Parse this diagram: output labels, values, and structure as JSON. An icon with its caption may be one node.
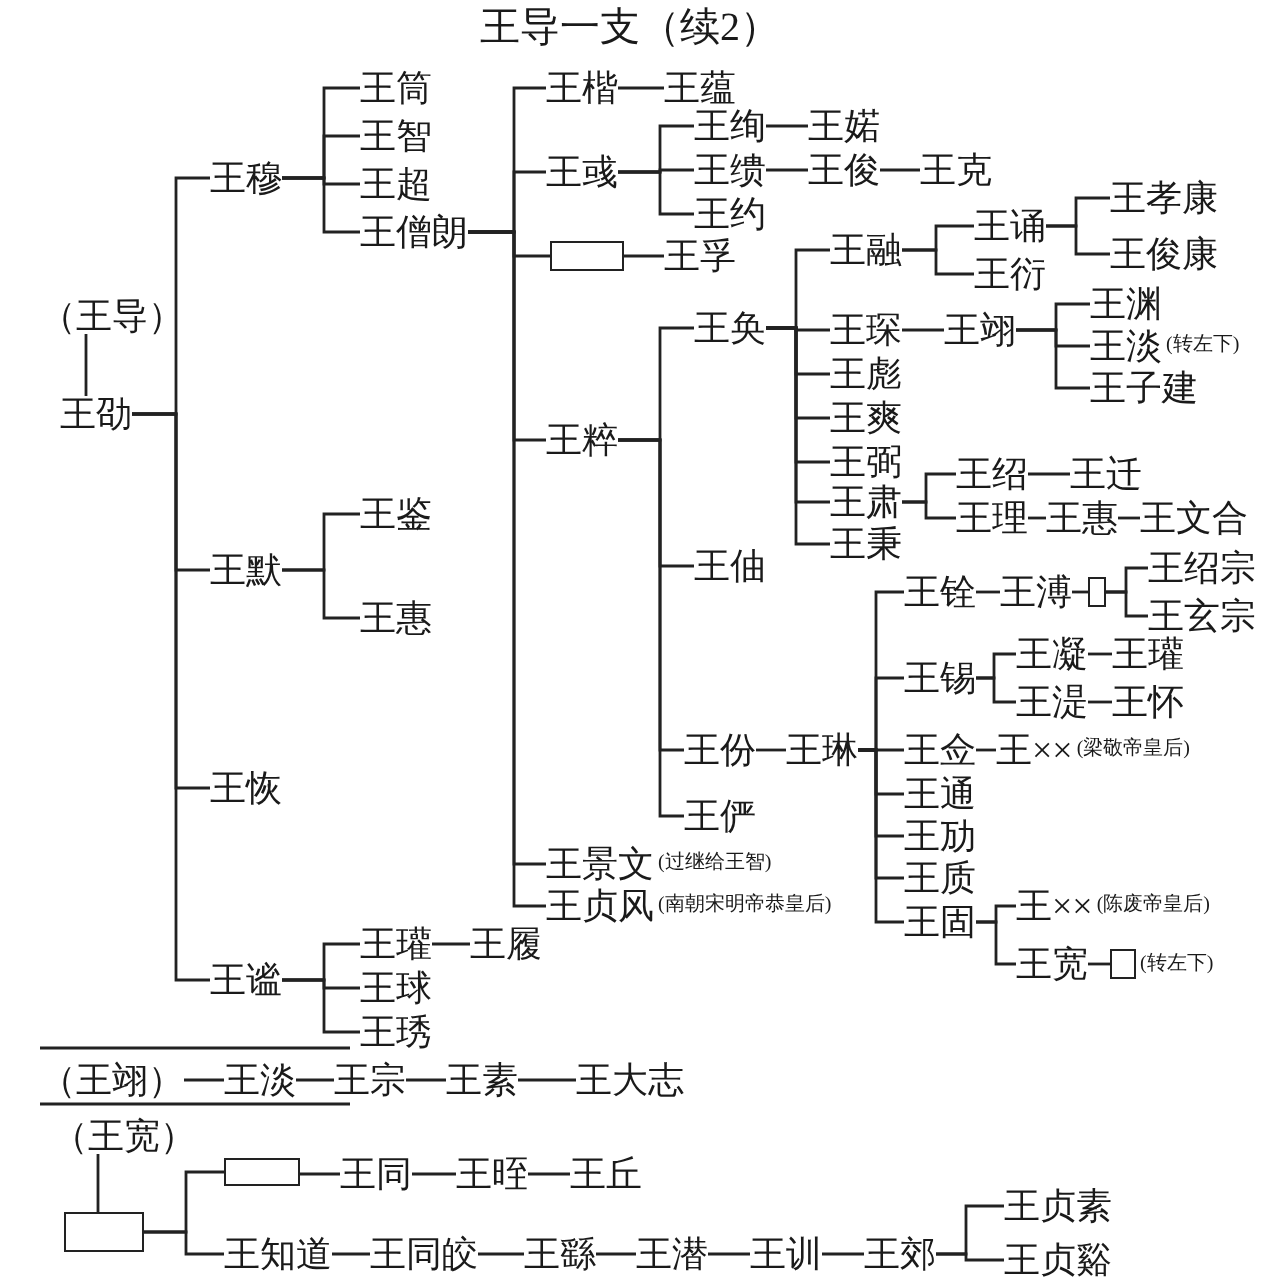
{
  "diagram": {
    "title": "王导一支（续2）",
    "nodes": [
      {
        "text": [
          "（王导）"
        ]
      },
      {
        "text": [
          "王劭"
        ]
      },
      {
        "text": [
          "王穆"
        ]
      },
      {
        "text": [
          "王筒"
        ]
      },
      {
        "text": [
          "王智"
        ]
      },
      {
        "text": [
          "王超"
        ]
      },
      {
        "text": [
          "王僧朗"
        ]
      },
      {
        "text": [
          "王楷"
        ]
      },
      {
        "text": [
          "王蕴"
        ]
      },
      {
        "text": [
          "王彧"
        ]
      },
      {
        "text": [
          "王绚"
        ]
      },
      {
        "text": [
          "王婼"
        ]
      },
      {
        "text": [
          "王缋"
        ]
      },
      {
        "text": [
          "王俊"
        ]
      },
      {
        "text": [
          "王克"
        ]
      },
      {
        "text": [
          "王约"
        ]
      },
      {
        "text": [],
        "shape": "box"
      },
      {
        "text": [
          "王孚"
        ]
      },
      {
        "text": [
          "王粹"
        ]
      },
      {
        "text": [
          "王奂"
        ]
      },
      {
        "text": [
          "王融"
        ]
      },
      {
        "text": [
          "王诵"
        ]
      },
      {
        "text": [
          "王衍"
        ]
      },
      {
        "text": [
          "王孝康"
        ]
      },
      {
        "text": [
          "王俊康"
        ]
      },
      {
        "text": [
          "王琛"
        ]
      },
      {
        "text": [
          "王翊"
        ]
      },
      {
        "text": [
          "王渊"
        ]
      },
      {
        "text": [
          "王淡"
        ],
        "beside": [
          "(转左下)"
        ]
      },
      {
        "text": [
          "王子建"
        ]
      },
      {
        "text": [
          "王彪"
        ]
      },
      {
        "text": [
          "王爽"
        ]
      },
      {
        "text": [
          "王弼"
        ]
      },
      {
        "text": [
          "王肃"
        ]
      },
      {
        "text": [
          "王绍"
        ]
      },
      {
        "text": [
          "王迁"
        ]
      },
      {
        "text": [
          "王理"
        ]
      },
      {
        "text": [
          "王惠"
        ]
      },
      {
        "text": [
          "王文合"
        ]
      },
      {
        "text": [
          "王秉"
        ]
      },
      {
        "text": [
          "王伷"
        ]
      },
      {
        "text": [
          "王份"
        ]
      },
      {
        "text": [
          "王琳"
        ]
      },
      {
        "text": [
          "王俨"
        ]
      },
      {
        "text": [
          "王铨"
        ]
      },
      {
        "text": [
          "王溥"
        ]
      },
      {
        "text": [],
        "shape": "box"
      },
      {
        "text": [
          "王绍宗"
        ]
      },
      {
        "text": [
          "王玄宗"
        ]
      },
      {
        "text": [
          "王锡"
        ]
      },
      {
        "text": [
          "王凝"
        ]
      },
      {
        "text": [
          "王瓘"
        ]
      },
      {
        "text": [
          "王湜"
        ]
      },
      {
        "text": [
          "王怀"
        ]
      },
      {
        "text": [
          "王佥"
        ]
      },
      {
        "text": [
          "王××"
        ],
        "beside": [
          "(梁敬帝皇后)"
        ]
      },
      {
        "text": [
          "王通"
        ]
      },
      {
        "text": [
          "王劢"
        ]
      },
      {
        "text": [
          "王质"
        ]
      },
      {
        "text": [
          "王固"
        ]
      },
      {
        "text": [
          "王××"
        ],
        "beside": [
          "(陈废帝皇后)"
        ]
      },
      {
        "text": [
          "王宽"
        ]
      },
      {
        "text": [],
        "shape": "box",
        "beside": [
          "(转左下)"
        ]
      },
      {
        "text": [
          "王景文"
        ],
        "beside": [
          "(过继给王智)"
        ]
      },
      {
        "text": [
          "王贞风"
        ],
        "beside": [
          "(南朝宋明帝恭皇后)"
        ]
      },
      {
        "text": [
          "王默"
        ]
      },
      {
        "text": [
          "王鉴"
        ]
      },
      {
        "text": [
          "王惠"
        ]
      },
      {
        "text": [
          "王恢"
        ]
      },
      {
        "text": [
          "王谧"
        ]
      },
      {
        "text": [
          "王瓘"
        ]
      },
      {
        "text": [
          "王履"
        ]
      },
      {
        "text": [
          "王球"
        ]
      },
      {
        "text": [
          "王琇"
        ]
      },
      {
        "text": [
          "（王翊）"
        ]
      },
      {
        "text": [
          "王淡"
        ]
      },
      {
        "text": [
          "王宗"
        ]
      },
      {
        "text": [
          "王素"
        ]
      },
      {
        "text": [
          "王大志"
        ]
      },
      {
        "text": [
          "（王宽）"
        ]
      },
      {
        "text": [],
        "shape": "box"
      },
      {
        "text": [],
        "shape": "box"
      },
      {
        "text": [
          "王同"
        ]
      },
      {
        "text": [
          "王晊"
        ]
      },
      {
        "text": [
          "王丘"
        ]
      },
      {
        "text": [
          "王知道"
        ]
      },
      {
        "text": [
          "王同皎"
        ]
      },
      {
        "text": [
          "王繇"
        ]
      },
      {
        "text": [
          "王潜"
        ]
      },
      {
        "text": [
          "王训"
        ]
      },
      {
        "text": [
          "王郊"
        ]
      },
      {
        "text": [
          "王贞素"
        ]
      },
      {
        "text": [
          "王贞谿"
        ]
      }
    ],
    "edges": [
      {
        "from": 0,
        "to": 1,
        "arrow": "none"
      },
      {
        "from": 1,
        "to": 2,
        "arrow": "none"
      },
      {
        "from": 1,
        "to": 65,
        "arrow": "none"
      },
      {
        "from": 1,
        "to": 68,
        "arrow": "none"
      },
      {
        "from": 1,
        "to": 69,
        "arrow": "none"
      },
      {
        "from": 2,
        "to": 3,
        "arrow": "none"
      },
      {
        "from": 2,
        "to": 4,
        "arrow": "none"
      },
      {
        "from": 2,
        "to": 5,
        "arrow": "none"
      },
      {
        "from": 2,
        "to": 6,
        "arrow": "none"
      },
      {
        "from": 6,
        "to": 7,
        "arrow": "none"
      },
      {
        "from": 6,
        "to": 9,
        "arrow": "none"
      },
      {
        "from": 6,
        "to": 16,
        "arrow": "none"
      },
      {
        "from": 6,
        "to": 18,
        "arrow": "none"
      },
      {
        "from": 6,
        "to": 63,
        "arrow": "none"
      },
      {
        "from": 6,
        "to": 64,
        "arrow": "none"
      },
      {
        "from": 7,
        "to": 8,
        "arrow": "none"
      },
      {
        "from": 9,
        "to": 10,
        "arrow": "none"
      },
      {
        "from": 9,
        "to": 12,
        "arrow": "none"
      },
      {
        "from": 9,
        "to": 15,
        "arrow": "none"
      },
      {
        "from": 10,
        "to": 11,
        "arrow": "none"
      },
      {
        "from": 12,
        "to": 13,
        "arrow": "none"
      },
      {
        "from": 13,
        "to": 14,
        "arrow": "none"
      },
      {
        "from": 16,
        "to": 17,
        "arrow": "none"
      },
      {
        "from": 18,
        "to": 19,
        "arrow": "none"
      },
      {
        "from": 18,
        "to": 40,
        "arrow": "none"
      },
      {
        "from": 18,
        "to": 41,
        "arrow": "none"
      },
      {
        "from": 18,
        "to": 43,
        "arrow": "none"
      },
      {
        "from": 19,
        "to": 20,
        "arrow": "none"
      },
      {
        "from": 19,
        "to": 25,
        "arrow": "none"
      },
      {
        "from": 19,
        "to": 30,
        "arrow": "none"
      },
      {
        "from": 19,
        "to": 31,
        "arrow": "none"
      },
      {
        "from": 19,
        "to": 32,
        "arrow": "none"
      },
      {
        "from": 19,
        "to": 33,
        "arrow": "none"
      },
      {
        "from": 19,
        "to": 39,
        "arrow": "none"
      },
      {
        "from": 20,
        "to": 21,
        "arrow": "none"
      },
      {
        "from": 20,
        "to": 22,
        "arrow": "none"
      },
      {
        "from": 21,
        "to": 23,
        "arrow": "none"
      },
      {
        "from": 21,
        "to": 24,
        "arrow": "none"
      },
      {
        "from": 25,
        "to": 26,
        "arrow": "none"
      },
      {
        "from": 26,
        "to": 27,
        "arrow": "none"
      },
      {
        "from": 26,
        "to": 28,
        "arrow": "none"
      },
      {
        "from": 26,
        "to": 29,
        "arrow": "none"
      },
      {
        "from": 33,
        "to": 34,
        "arrow": "none"
      },
      {
        "from": 33,
        "to": 36,
        "arrow": "none"
      },
      {
        "from": 34,
        "to": 35,
        "arrow": "none"
      },
      {
        "from": 36,
        "to": 37,
        "arrow": "none"
      },
      {
        "from": 37,
        "to": 38,
        "arrow": "none"
      },
      {
        "from": 41,
        "to": 42,
        "arrow": "none"
      },
      {
        "from": 42,
        "to": 44,
        "arrow": "none"
      },
      {
        "from": 42,
        "to": 49,
        "arrow": "none"
      },
      {
        "from": 42,
        "to": 54,
        "arrow": "none"
      },
      {
        "from": 42,
        "to": 56,
        "arrow": "none"
      },
      {
        "from": 42,
        "to": 57,
        "arrow": "none"
      },
      {
        "from": 42,
        "to": 58,
        "arrow": "none"
      },
      {
        "from": 42,
        "to": 59,
        "arrow": "none"
      },
      {
        "from": 44,
        "to": 45,
        "arrow": "none"
      },
      {
        "from": 45,
        "to": 46,
        "arrow": "none"
      },
      {
        "from": 46,
        "to": 47,
        "arrow": "none"
      },
      {
        "from": 46,
        "to": 48,
        "arrow": "none"
      },
      {
        "from": 49,
        "to": 50,
        "arrow": "none"
      },
      {
        "from": 49,
        "to": 52,
        "arrow": "none"
      },
      {
        "from": 50,
        "to": 51,
        "arrow": "none"
      },
      {
        "from": 52,
        "to": 53,
        "arrow": "none"
      },
      {
        "from": 54,
        "to": 55,
        "arrow": "none"
      },
      {
        "from": 59,
        "to": 60,
        "arrow": "none"
      },
      {
        "from": 59,
        "to": 61,
        "arrow": "none"
      },
      {
        "from": 61,
        "to": 62,
        "arrow": "none"
      },
      {
        "from": 65,
        "to": 66,
        "arrow": "none"
      },
      {
        "from": 65,
        "to": 67,
        "arrow": "none"
      },
      {
        "from": 69,
        "to": 70,
        "arrow": "none"
      },
      {
        "from": 69,
        "to": 72,
        "arrow": "none"
      },
      {
        "from": 69,
        "to": 73,
        "arrow": "none"
      },
      {
        "from": 70,
        "to": 71,
        "arrow": "none"
      },
      {
        "from": 74,
        "to": 75,
        "arrow": "none"
      },
      {
        "from": 75,
        "to": 76,
        "arrow": "none"
      },
      {
        "from": 76,
        "to": 77,
        "arrow": "none"
      },
      {
        "from": 77,
        "to": 78,
        "arrow": "none"
      },
      {
        "from": 79,
        "to": 80,
        "arrow": "none"
      },
      {
        "from": 80,
        "to": 81,
        "arrow": "none"
      },
      {
        "from": 80,
        "to": 85,
        "arrow": "none"
      },
      {
        "from": 81,
        "to": 82,
        "arrow": "none"
      },
      {
        "from": 82,
        "to": 83,
        "arrow": "none"
      },
      {
        "from": 83,
        "to": 84,
        "arrow": "none"
      },
      {
        "from": 85,
        "to": 86,
        "arrow": "none"
      },
      {
        "from": 86,
        "to": 87,
        "arrow": "none"
      },
      {
        "from": 87,
        "to": 88,
        "arrow": "none"
      },
      {
        "from": 88,
        "to": 89,
        "arrow": "none"
      },
      {
        "from": 89,
        "to": 90,
        "arrow": "none"
      },
      {
        "from": 90,
        "to": 91,
        "arrow": "none"
      },
      {
        "from": 90,
        "to": 92,
        "arrow": "none"
      }
    ]
  }
}
